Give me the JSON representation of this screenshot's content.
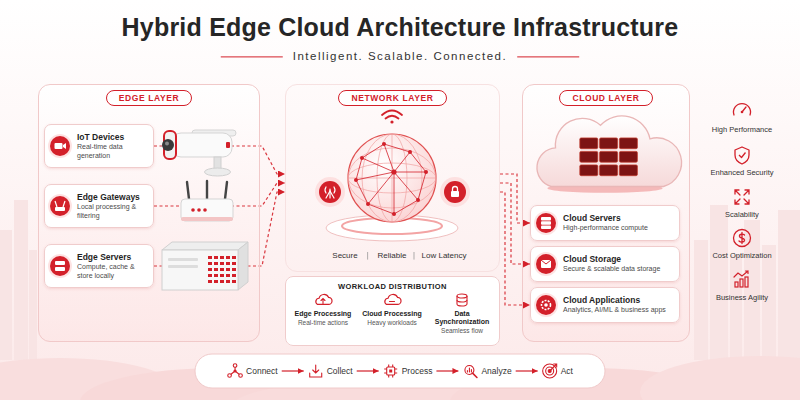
{
  "diagram": {
    "title": "Hybrid Edge Cloud Architecture Infrastructure",
    "nodes": [
      {
        "text": [
          "EDGE LAYER"
        ]
      },
      {
        "text": [
          "IoT Devices",
          "Real-time data generation"
        ],
        "in": 0
      },
      {
        "text": [
          "Edge Gateways",
          "Local processing & filtering"
        ],
        "in": 0
      },
      {
        "text": [
          "Edge Servers",
          "Compute, cache & store locally"
        ],
        "in": 0
      },
      {
        "text": [
          "NETWORK LAYER"
        ]
      },
      {
        "text": [
          "WORKLOAD DISTRIBUTION"
        ]
      },
      {
        "text": [
          "Edge Processing",
          "Real-time actions"
        ],
        "in": 5
      },
      {
        "text": [
          "Cloud Processing",
          "Heavy workloads"
        ],
        "in": 5
      },
      {
        "text": [
          "Data Synchronization",
          "Seamless flow"
        ],
        "in": 5
      },
      {
        "text": [
          "CLOUD LAYER"
        ]
      },
      {
        "text": [
          "Cloud Servers",
          "High-performance compute"
        ],
        "in": 9
      },
      {
        "text": [
          "Cloud Storage",
          "Secure & scalable data storage"
        ],
        "in": 9
      },
      {
        "text": [
          "Cloud Applications",
          "Analytics, AI/ML & business apps"
        ],
        "in": 9
      },
      {
        "text": [
          "Connect"
        ]
      },
      {
        "text": [
          "Collect"
        ]
      },
      {
        "text": [
          "Process"
        ]
      },
      {
        "text": [
          "Analyze"
        ]
      },
      {
        "text": [
          "Act"
        ]
      }
    ],
    "edges": [
      {
        "from": 1,
        "to": 4,
        "arrow": "to"
      },
      {
        "from": 2,
        "to": 4,
        "arrow": "to"
      },
      {
        "from": 3,
        "to": 4,
        "arrow": "to"
      },
      {
        "from": 4,
        "to": 10,
        "arrow": "to"
      },
      {
        "from": 4,
        "to": 11,
        "arrow": "to"
      },
      {
        "from": 4,
        "to": 12,
        "arrow": "to"
      },
      {
        "from": 13,
        "to": 14,
        "arrow": "to"
      },
      {
        "from": 14,
        "to": 15,
        "arrow": "to"
      },
      {
        "from": 15,
        "to": 16,
        "arrow": "to"
      },
      {
        "from": 16,
        "to": 17,
        "arrow": "to"
      }
    ],
    "labels": [
      "Intelligent. Scalable. Connected.",
      "Secure",
      "Reliable",
      "Low Latency",
      "High Performance",
      "Enhanced Security",
      "Scalability",
      "Cost Optimization",
      "Business Agility"
    ]
  }
}
